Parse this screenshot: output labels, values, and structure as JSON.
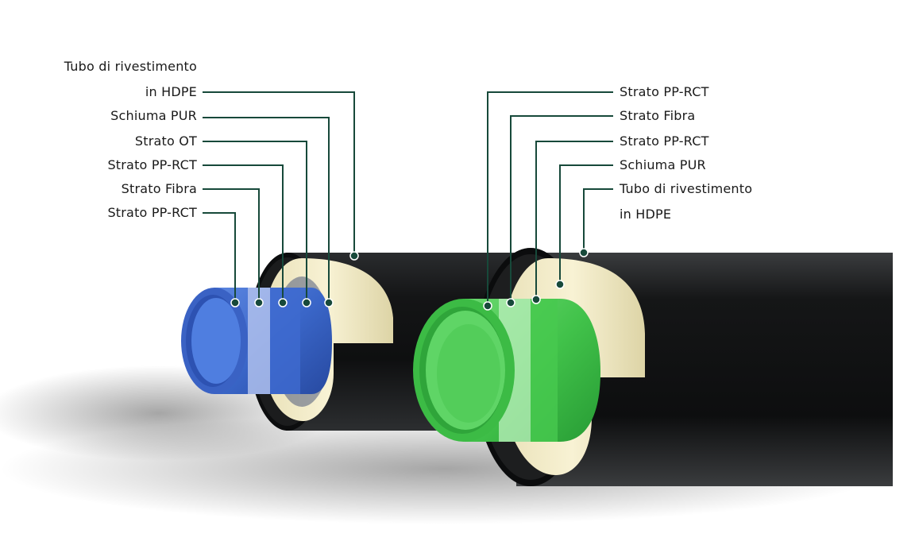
{
  "colors": {
    "leader": "#17493a",
    "hdpe": "#111214",
    "pur_foam": "#f3ecc8",
    "blue_pipe": "#3a66c8",
    "green_pipe": "#41c24a"
  },
  "left_pipe": {
    "labels": [
      {
        "line1": "Tubo di rivestimento",
        "line2": "in HDPE"
      },
      {
        "text": "Schiuma PUR"
      },
      {
        "text": "Strato OT"
      },
      {
        "text": "Strato PP-RCT"
      },
      {
        "text": "Strato Fibra"
      },
      {
        "text": "Strato PP-RCT"
      }
    ]
  },
  "right_pipe": {
    "labels": [
      {
        "text": "Strato PP-RCT"
      },
      {
        "text": "Strato Fibra"
      },
      {
        "text": "Strato PP-RCT"
      },
      {
        "text": "Schiuma PUR"
      },
      {
        "line1": "Tubo di rivestimento",
        "line2": "in HDPE"
      }
    ]
  }
}
